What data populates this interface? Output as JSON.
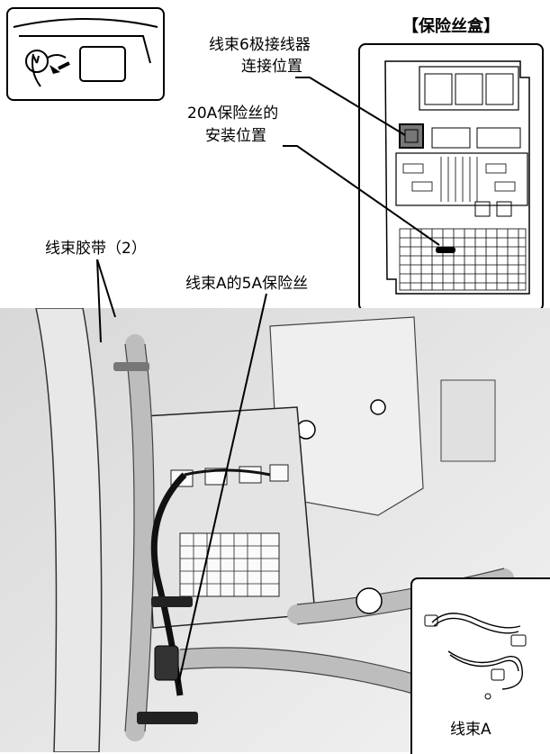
{
  "labels": {
    "fuse_box_title": "【保险丝盒】",
    "connector_loc_line1": "线束6极接线器",
    "connector_loc_line2": "连接位置",
    "fuse_20a_line1": "20A保险丝的",
    "fuse_20a_line2": "安装位置",
    "cable_tie": "线束胶带（2）",
    "fuse_5a": "线束A的5A保险丝",
    "harness_a": "线束A"
  }
}
